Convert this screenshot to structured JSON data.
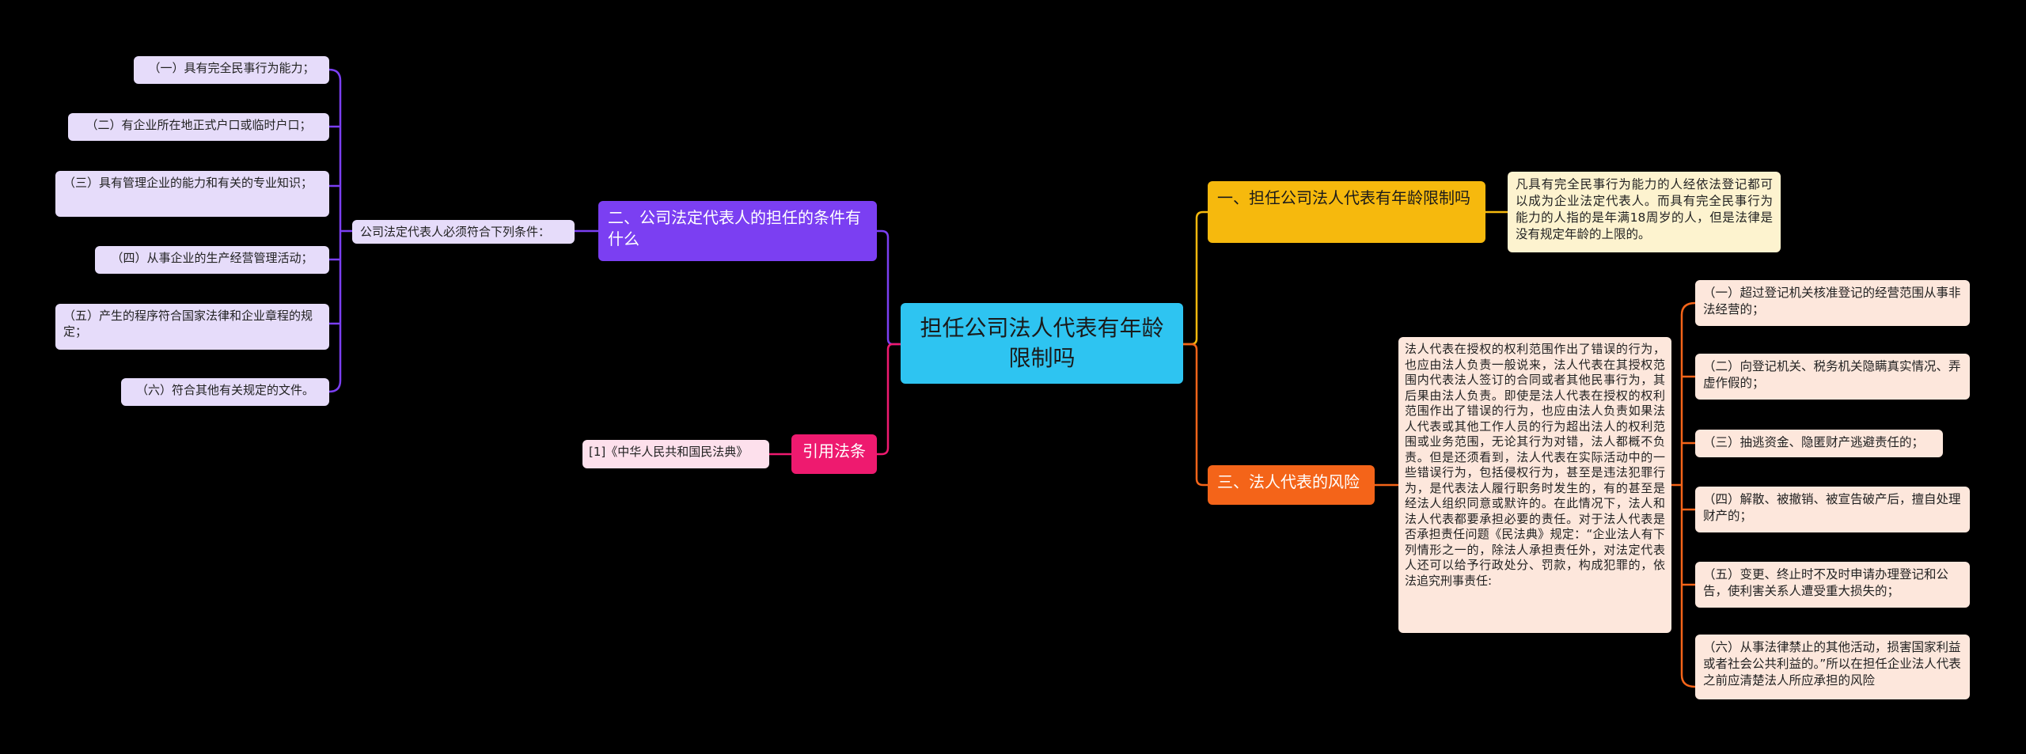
{
  "root": {
    "title": "担任公司法人代表有年龄限制吗"
  },
  "left": {
    "conditions": {
      "title": "二、公司法定代表人的担任的条件有什么",
      "intro": "公司法定代表人必须符合下列条件：",
      "items": [
        "（一）具有完全民事行为能力；",
        "（二）有企业所在地正式户口或临时户口；",
        "（三）具有管理企业的能力和有关的专业知识；",
        "（四）从事企业的生产经营管理活动；",
        "（五）产生的程序符合国家法律和企业章程的规定；",
        "（六）符合其他有关规定的文件。"
      ]
    },
    "law": {
      "title": "引用法条",
      "item": "[1]《中华人民共和国民法典》"
    }
  },
  "right": {
    "age": {
      "title": "一、担任公司法人代表有年龄限制吗",
      "text": "凡具有完全民事行为能力的人经依法登记都可以成为企业法定代表人。而具有完全民事行为能力的人指的是年满18周岁的人，但是法律是没有规定年龄的上限的。"
    },
    "risk": {
      "title": "三、法人代表的风险",
      "text": "法人代表在授权的权利范围作出了错误的行为，也应由法人负责一般说来，法人代表在其授权范围内代表法人签订的合同或者其他民事行为，其后果由法人负责。即使是法人代表在授权的权利范围作出了错误的行为，也应由法人负责如果法人代表或其他工作人员的行为超出法人的权利范围或业务范围，无论其行为对错，法人都概不负责。但是还须看到，法人代表在实际活动中的一些错误行为，包括侵权行为，甚至是违法犯罪行为，是代表法人履行职务时发生的，有的甚至是经法人组织同意或默许的。在此情况下，法人和法人代表都要承担必要的责任。对于法人代表是否承担责任问题《民法典》规定：“企业法人有下列情形之一的，除法人承担责任外，对法定代表人还可以给予行政处分、罚款，构成犯罪的，依法追究刑事责任:",
      "items": [
        "（一）超过登记机关核准登记的经营范围从事非法经营的；",
        "（二）向登记机关、税务机关隐瞒真实情况、弄虚作假的；",
        "（三）抽逃资金、隐匿财产逃避责任的；",
        "（四）解散、被撤销、被宣告破产后，擅自处理财产的；",
        "（五）变更、终止时不及时申请办理登记和公告，使利害关系人遭受重大损失的；",
        "（六）从事法律禁止的其他活动，损害国家利益或者社会公共利益的。”所以在担任企业法人代表之前应清楚法人所应承担的风险"
      ]
    }
  },
  "colors": {
    "root": "#2ec4f1",
    "purple": "#7b3ff2",
    "pink": "#ee1a6f",
    "yellow": "#f6b90d",
    "orange": "#f46419"
  }
}
